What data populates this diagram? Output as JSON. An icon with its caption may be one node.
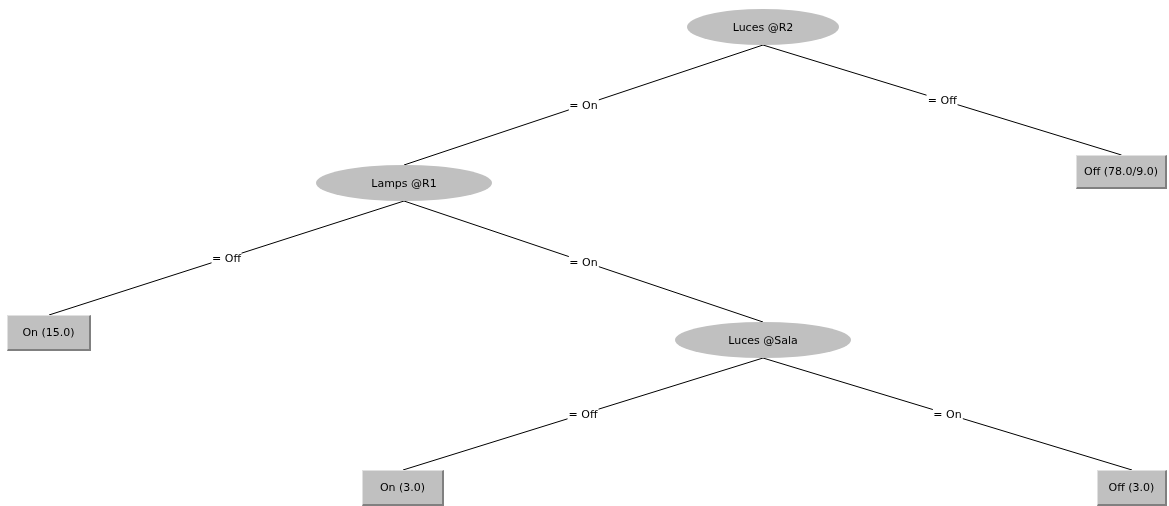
{
  "diagram": {
    "nodes": [
      {
        "text": [
          "Luces @R2"
        ]
      },
      {
        "text": [
          "Lamps @R1"
        ]
      },
      {
        "text": [
          "Off (78.0/9.0)"
        ]
      },
      {
        "text": [
          "On (15.0)"
        ]
      },
      {
        "text": [
          "Luces @Sala"
        ]
      },
      {
        "text": [
          "On (3.0)"
        ]
      },
      {
        "text": [
          "Off (3.0)"
        ]
      }
    ],
    "edges": [
      {
        "from": 0,
        "to": 1,
        "arrow": "none",
        "label": "= On"
      },
      {
        "from": 0,
        "to": 2,
        "arrow": "none",
        "label": "= Off"
      },
      {
        "from": 1,
        "to": 3,
        "arrow": "none",
        "label": "= Off"
      },
      {
        "from": 1,
        "to": 4,
        "arrow": "none",
        "label": "= On"
      },
      {
        "from": 4,
        "to": 5,
        "arrow": "none",
        "label": "= Off"
      },
      {
        "from": 4,
        "to": 6,
        "arrow": "none",
        "label": "= On"
      }
    ]
  }
}
